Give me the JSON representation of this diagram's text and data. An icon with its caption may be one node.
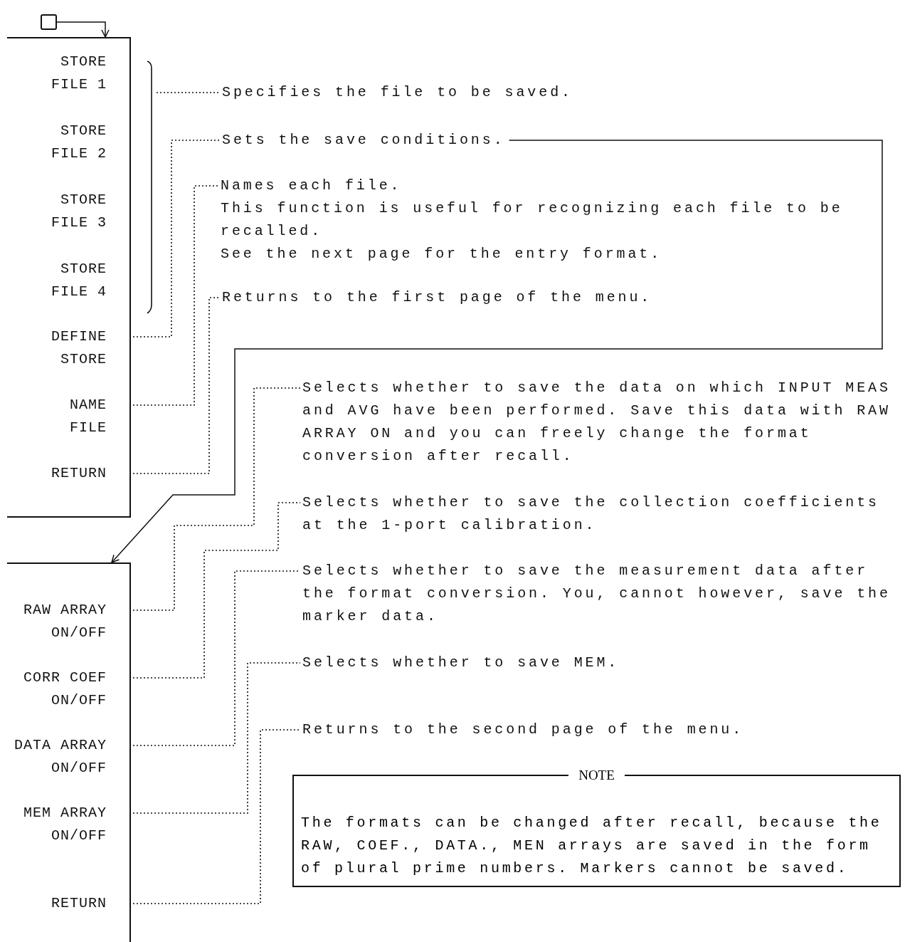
{
  "diagram": {
    "nodes": [
      {
        "text": [],
        "shape": "box"
      },
      {
        "text": [],
        "shape": "box"
      },
      {
        "text": [
          "STORE FILE 1"
        ],
        "in": 1
      },
      {
        "text": [
          "STORE FILE 2"
        ],
        "in": 1
      },
      {
        "text": [
          "STORE FILE 3"
        ],
        "in": 1
      },
      {
        "text": [
          "STORE FILE 4"
        ],
        "in": 1
      },
      {
        "text": [
          "DEFINE STORE"
        ],
        "in": 1
      },
      {
        "text": [
          "NAME FILE"
        ],
        "in": 1
      },
      {
        "text": [
          "RETURN"
        ],
        "in": 1
      },
      {
        "text": [
          "Specifies the file to be saved."
        ]
      },
      {
        "text": [
          "Sets the save conditions."
        ]
      },
      {
        "text": [
          "Names each file.",
          "This function is useful for recognizing each file to be recalled.",
          "See the next page for the entry format."
        ]
      },
      {
        "text": [
          "Returns to the first page of the menu."
        ]
      },
      {
        "text": [],
        "shape": "box"
      },
      {
        "text": [
          "RAW ARRAY ON/OFF"
        ],
        "in": 13
      },
      {
        "text": [
          "CORR COEF ON/OFF"
        ],
        "in": 13
      },
      {
        "text": [
          "DATA ARRAY ON/OFF"
        ],
        "in": 13
      },
      {
        "text": [
          "MEM ARRAY ON/OFF"
        ],
        "in": 13
      },
      {
        "text": [
          "RETURN"
        ],
        "in": 13
      },
      {
        "text": [
          "Selects whether to save the data on which INPUT MEAS and AVG have been performed. Save this data with RAW ARRAY ON and you can freely change the format conversion after recall."
        ]
      },
      {
        "text": [
          "Selects whether to save the collection coefficients at the 1-port calibration."
        ]
      },
      {
        "text": [
          "Selects whether to save the measurement data after the format conversion. You, cannot however, save the marker data."
        ]
      },
      {
        "text": [
          "Selects whether to save MEM."
        ]
      },
      {
        "text": [
          "Returns to the second page of the menu."
        ]
      },
      {
        "text": [
          "NOTE",
          "The formats can be changed after recall, because the RAW, COEF., DATA., MEN arrays are saved in the form of plural prime numbers. Markers cannot be saved."
        ]
      }
    ],
    "edges": [
      {
        "from": 0,
        "to": 1,
        "arrow": "to"
      },
      {
        "from": null,
        "to": 9,
        "arrow": "none",
        "style": "dashed"
      },
      {
        "from": 6,
        "to": 10,
        "arrow": "none",
        "style": "dashed"
      },
      {
        "from": 7,
        "to": 11,
        "arrow": "none",
        "style": "dashed"
      },
      {
        "from": 8,
        "to": 12,
        "arrow": "none",
        "style": "dashed"
      },
      {
        "from": 10,
        "to": 13,
        "arrow": "to"
      },
      {
        "from": 14,
        "to": 19,
        "arrow": "none",
        "style": "dashed"
      },
      {
        "from": 15,
        "to": 20,
        "arrow": "none",
        "style": "dashed"
      },
      {
        "from": 16,
        "to": 21,
        "arrow": "none",
        "style": "dashed"
      },
      {
        "from": 17,
        "to": 22,
        "arrow": "none",
        "style": "dashed"
      },
      {
        "from": 18,
        "to": 23,
        "arrow": "none",
        "style": "dashed"
      }
    ]
  }
}
